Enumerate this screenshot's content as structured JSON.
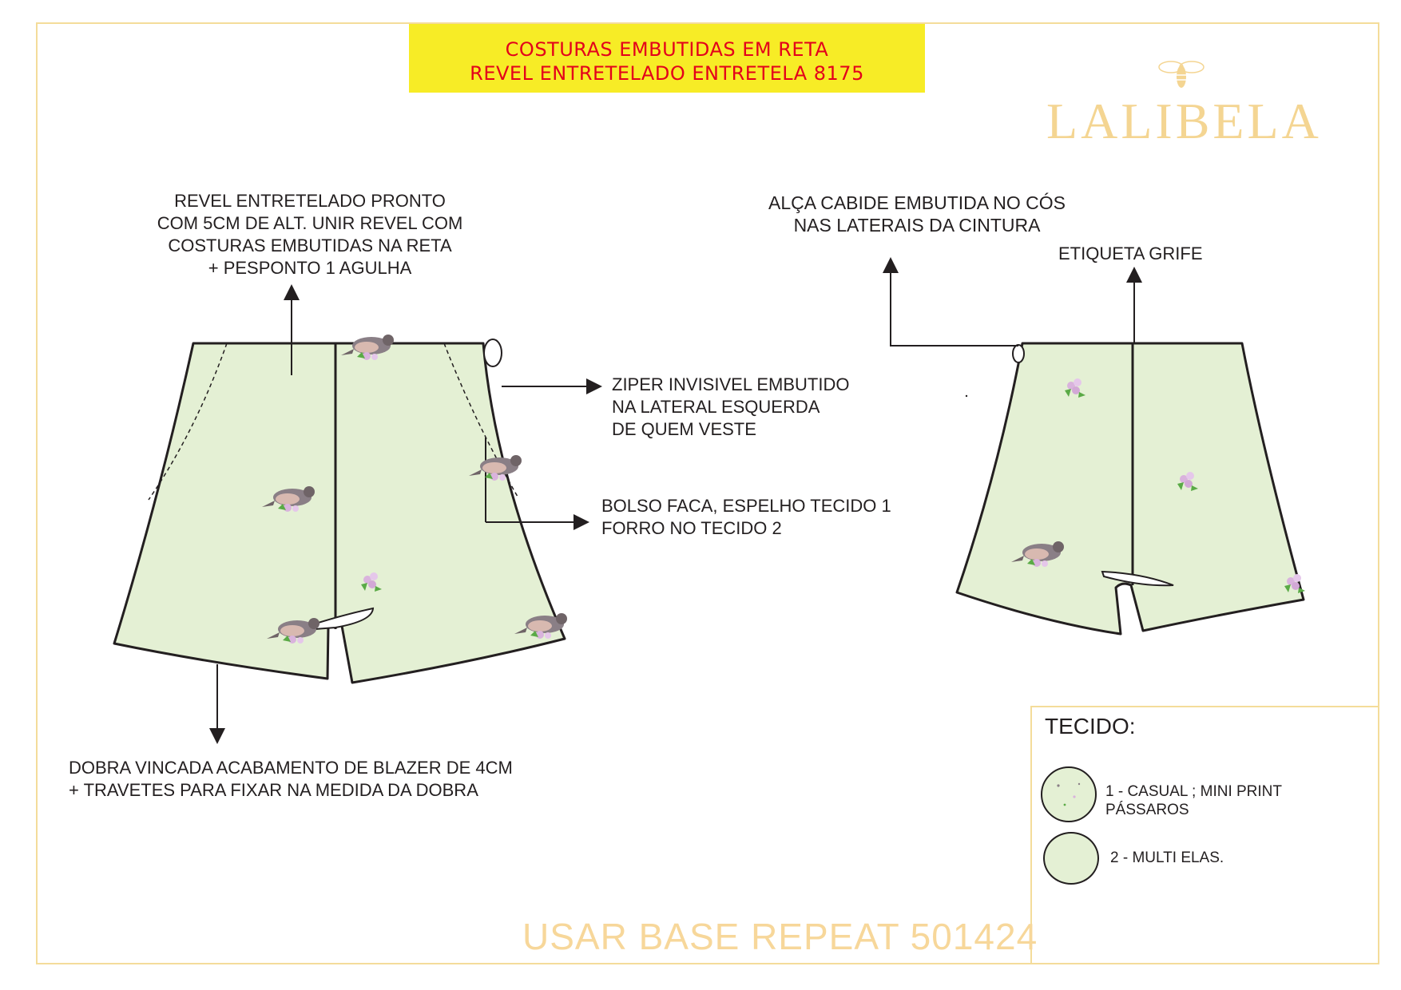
{
  "header": {
    "line1": "COSTURAS EMBUTIDAS EM RETA",
    "line2": "REVEL ENTRETELADO ENTRETELA 8175"
  },
  "brand": {
    "name": "LALIBELA",
    "logo_icon": "bee-icon",
    "color": "#f4d592"
  },
  "notes": {
    "revel": [
      "REVEL ENTRETELADO PRONTO",
      "COM 5CM DE ALT. UNIR REVEL COM",
      "COSTURAS EMBUTIDAS NA RETA",
      "+    PESPONTO 1 AGULHA"
    ],
    "zipper": [
      "ZIPER INVISIVEL EMBUTIDO",
      "NA LATERAL ESQUERDA",
      "DE QUEM VESTE"
    ],
    "pocket": [
      "BOLSO FACA, ESPELHO TECIDO 1",
      "FORRO NO TECIDO  2"
    ],
    "hem": [
      "DOBRA VINCADA ACABAMENTO DE BLAZER DE 4CM",
      "+    TRAVETES PARA FIXAR NA MEDIDA DA DOBRA"
    ],
    "hanger": [
      "ALÇA CABIDE EMBUTIDA NO CÓS",
      "NAS LATERAIS DA CINTURA"
    ],
    "label": "ETIQUETA GRIFE"
  },
  "legend": {
    "title": "TECIDO:",
    "items": [
      {
        "lines": [
          "1 - CASUAL ; MINI PRINT",
          "PÁSSAROS"
        ]
      },
      {
        "lines": [
          "2 - MULTI ELAS."
        ]
      }
    ]
  },
  "footer": "USAR BASE REPEAT 501424",
  "colors": {
    "fabric": "#e4f0d4",
    "banner": "#f7ec26",
    "banner_text": "#e3001b",
    "frame": "#f4dc9a",
    "footer": "#f7d79a"
  }
}
